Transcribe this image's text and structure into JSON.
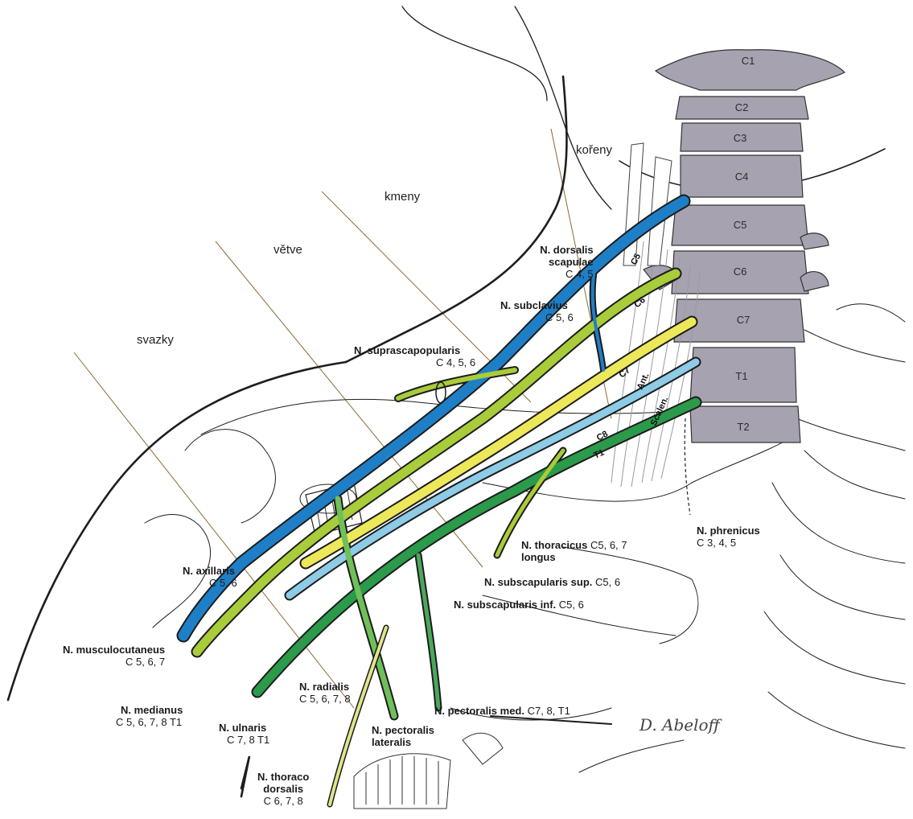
{
  "colors": {
    "C5": "#1e7fc7",
    "C6": "#a9cc3a",
    "C7": "#ece85a",
    "C8": "#8dcbe6",
    "T1": "#2b9a4a",
    "bone": "#a7a2b0",
    "outline": "#2d2d2d"
  },
  "sections": {
    "koreny": "kořeny",
    "kmeny": "kmeny",
    "vetve": "větve",
    "svazky": "svazky"
  },
  "vertebrae": [
    "C1",
    "C2",
    "C3",
    "C4",
    "C5",
    "C6",
    "C7",
    "T1",
    "T2"
  ],
  "roots": [
    "C5",
    "C6",
    "C7",
    "C8",
    "T1"
  ],
  "scalenus": [
    "Ant.",
    "Scalen."
  ],
  "signature": "D. Abeloff",
  "labels": {
    "dorsalis_scapulae": {
      "name_1": "N. dorsalis",
      "name_2": "scapulae",
      "segments": "C 4, 5"
    },
    "subclavius": {
      "name": "N. subclavius",
      "segments": "C 5, 6"
    },
    "suprascapularis": {
      "name": "N. suprascapopularis",
      "segments": "C 4, 5, 6"
    },
    "thoracicus_longus": {
      "name_1": "N. thoracicus",
      "segments": "C5, 6, 7",
      "name_2": "longus"
    },
    "phrenicus": {
      "name": "N. phrenicus",
      "segments": "C 3, 4, 5"
    },
    "axillaris": {
      "name": "N. axillaris",
      "segments": "C 5, 6"
    },
    "subscapularis_sup": {
      "name": "N. subscapularis sup.",
      "segments": "C5, 6"
    },
    "subscapularis_inf": {
      "name": "N. subscapularis inf.",
      "segments": "C5, 6"
    },
    "musculocutaneus": {
      "name": "N. musculocutaneus",
      "segments": "C 5, 6, 7"
    },
    "radialis": {
      "name": "N. radialis",
      "segments": "C 5, 6, 7, 8"
    },
    "medianus": {
      "name": "N. medianus",
      "segments": "C 5, 6, 7, 8 T1"
    },
    "ulnaris": {
      "name": "N. ulnaris",
      "segments": "C 7, 8 T1"
    },
    "pectoralis_med": {
      "name": "N. pectoralis med.",
      "segments": "C7, 8, T1"
    },
    "pectoralis_lateralis": {
      "name_1": "N. pectoralis",
      "name_2": "lateralis"
    },
    "thoracodorsalis": {
      "name_1": "N. thoraco",
      "name_2": "dorsalis",
      "segments": "C 6, 7, 8"
    }
  }
}
